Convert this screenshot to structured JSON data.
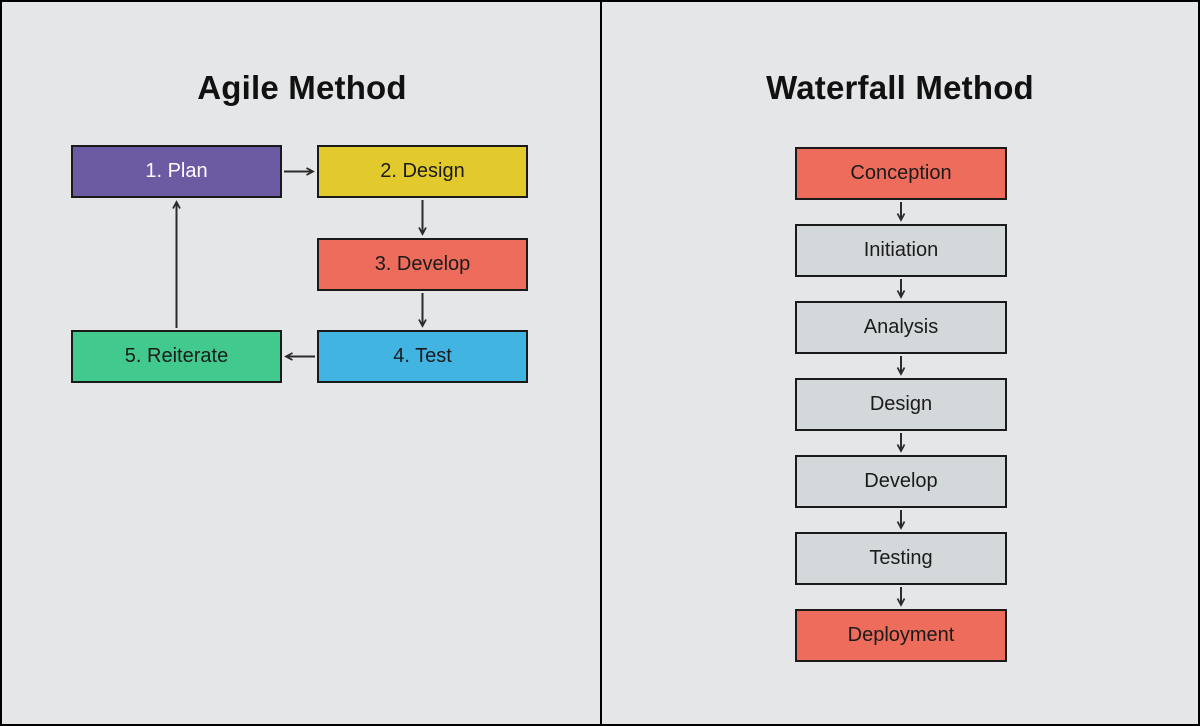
{
  "page": {
    "background_color": "#e5e6e8",
    "divider_color": "#000000",
    "arrow_color": "#2b2b2b"
  },
  "agile": {
    "title": "Agile Method",
    "steps": [
      {
        "label": "1. Plan",
        "color": "#6c5aa3",
        "text_color": "#ffffff"
      },
      {
        "label": "2. Design",
        "color": "#e2ca2c",
        "text_color": "#1b1b1b"
      },
      {
        "label": "3. Develop",
        "color": "#ed6c5c",
        "text_color": "#1b1b1b"
      },
      {
        "label": "4. Test",
        "color": "#42b4e2",
        "text_color": "#1b1b1b"
      },
      {
        "label": "5. Reiterate",
        "color": "#41c98e",
        "text_color": "#1b1b1b"
      }
    ],
    "flow": [
      "1. Plan -> 2. Design",
      "2. Design -> 3. Develop",
      "3. Develop -> 4. Test",
      "4. Test -> 5. Reiterate",
      "5. Reiterate -> 1. Plan"
    ]
  },
  "waterfall": {
    "title": "Waterfall Method",
    "steps": [
      {
        "label": "Conception",
        "color": "#ed6c5c",
        "text_color": "#1b1b1b"
      },
      {
        "label": "Initiation",
        "color": "#d3d8db",
        "text_color": "#1b1b1b"
      },
      {
        "label": "Analysis",
        "color": "#d3d8db",
        "text_color": "#1b1b1b"
      },
      {
        "label": "Design",
        "color": "#d3d8db",
        "text_color": "#1b1b1b"
      },
      {
        "label": "Develop",
        "color": "#d3d8db",
        "text_color": "#1b1b1b"
      },
      {
        "label": "Testing",
        "color": "#d3d8db",
        "text_color": "#1b1b1b"
      },
      {
        "label": "Deployment",
        "color": "#ed6c5c",
        "text_color": "#1b1b1b"
      }
    ]
  }
}
